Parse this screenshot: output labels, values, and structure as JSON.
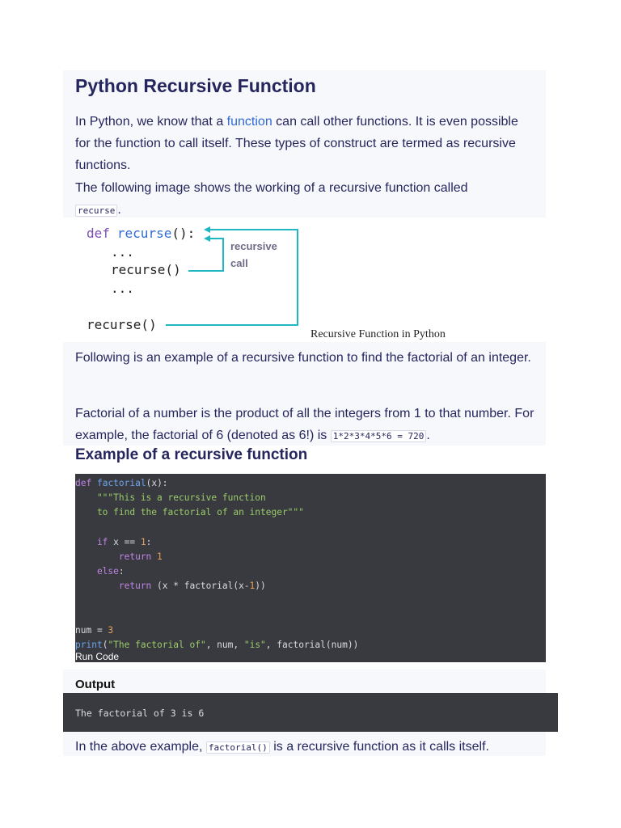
{
  "title": "Python Recursive Function",
  "intro": {
    "p1_before": "In Python, we know that a ",
    "p1_link": "function",
    "p1_after": " can call other functions. It is even possible for the function to call itself. These types of construct are termed as recursive functions.",
    "p2_before": "The following image shows the working of a recursive function called ",
    "p2_code": "recurse",
    "p2_after": "."
  },
  "diagram": {
    "line1_kw": "def",
    "line1_fn": "recurse",
    "line1_rest": "():",
    "line2": "...",
    "line3": "recurse()",
    "line4": "...",
    "line5": "recurse()",
    "label_line1": "recursive",
    "label_line2": "call",
    "caption": "Recursive Function in Python",
    "arrow_color": "#1fb7c4"
  },
  "factorial_intro": {
    "p1": "Following is an example of a recursive function to find the factorial of an integer.",
    "p2_before": "Factorial of a number is the product of all the integers from 1 to that number. For example, the factorial of 6 (denoted as 6!) is ",
    "p2_code": "1*2*3*4*5*6 = 720",
    "p2_after": "."
  },
  "example_heading": "Example of a recursive function",
  "code": {
    "l1_kw": "def",
    "l1_fn": "factorial",
    "l1_rest": "(x):",
    "l2": "    \"\"\"This is a recursive function",
    "l3": "    to find the factorial of an integer\"\"\"",
    "l5_kw": "    if",
    "l5_mid": " x == ",
    "l5_num": "1",
    "l5_end": ":",
    "l6_kw": "        return",
    "l6_num": " 1",
    "l7_kw": "    else",
    "l7_end": ":",
    "l8_kw": "        return",
    "l8_mid": " (x * factorial(x-",
    "l8_num": "1",
    "l8_end": "))",
    "l11_a": "num = ",
    "l11_num": "3",
    "l12_fn": "print",
    "l12_a": "(",
    "l12_s1": "\"The factorial of\"",
    "l12_b": ", num, ",
    "l12_s2": "\"is\"",
    "l12_c": ", factorial(num))"
  },
  "run_code_label": "Run Code",
  "output_label": "Output",
  "output_text": "The factorial of 3 is 6",
  "conclusion": {
    "before": "In the above example, ",
    "code": "factorial()",
    "after": " is a recursive function as it calls itself."
  },
  "colors": {
    "heading": "#25265e",
    "link": "#2f6bd6",
    "code_bg": "#383a3f",
    "panel_bg": "#f7f8fb"
  }
}
